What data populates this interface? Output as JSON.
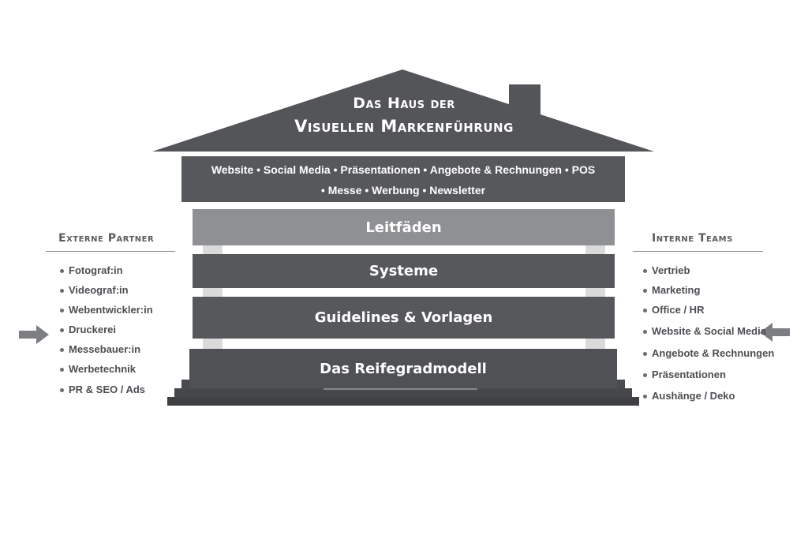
{
  "title": {
    "line1": "Das Haus der",
    "line2": "Visuellen Markenführung"
  },
  "channels": {
    "line1": "Website  •  Social Media  •  Präsentationen  •  Angebote & Rechnungen  • POS",
    "line2": "• Messe   •   Werbung  • Newsletter"
  },
  "layers": [
    {
      "label": "Leitfäden",
      "color": "#8f9094"
    },
    {
      "label": "Systeme",
      "color": "#56585c"
    },
    {
      "label": "Guidelines & Vorlagen",
      "color": "#56585c"
    },
    {
      "label": "Das Reifegradmodell",
      "color": "#4f5155"
    }
  ],
  "externe": {
    "heading": "Externe Partner",
    "items": [
      "Fotograf:in",
      "Videograf:in",
      "Webentwickler:in",
      "Druckerei",
      "Messebauer:in",
      "Werbetechnik",
      "PR & SEO / Ads"
    ]
  },
  "interne": {
    "heading": "Interne Teams",
    "items": [
      "Vertrieb",
      "Marketing",
      "Office / HR",
      "Website & Social Media",
      "Angebote & Rechnungen",
      "Präsentationen",
      "Aushänge / Deko"
    ]
  },
  "colors": {
    "roof": "#545559",
    "pillar": "#dadada",
    "arrow": "#7d7e82"
  }
}
